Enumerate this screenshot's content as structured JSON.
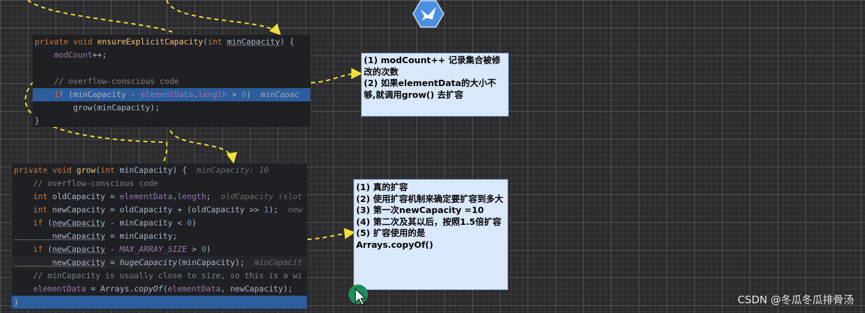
{
  "code_top": {
    "lines": [
      [
        {
          "t": "private ",
          "c": "kw"
        },
        {
          "t": "void ",
          "c": "kw"
        },
        {
          "t": "ensureExplicitCapacity",
          "c": "fn"
        },
        {
          "t": "(",
          "c": "par"
        },
        {
          "t": "int ",
          "c": "kw"
        },
        {
          "t": "minCapacity",
          "c": "par ulvar"
        },
        {
          "t": ") {",
          "c": "par"
        }
      ],
      [
        {
          "t": "    modCount",
          "c": "field"
        },
        {
          "t": "++;",
          "c": "par"
        }
      ],
      [
        {
          "t": "",
          "c": "par"
        }
      ],
      [
        {
          "t": "    // overflow-conscious code",
          "c": "cm"
        }
      ],
      [
        {
          "t": "    if ",
          "c": "kw"
        },
        {
          "t": "(minCapacity - ",
          "c": "par"
        },
        {
          "t": "elementData",
          "c": "field"
        },
        {
          "t": ".",
          "c": "par"
        },
        {
          "t": "length",
          "c": "field"
        },
        {
          "t": " > ",
          "c": "par"
        },
        {
          "t": "0",
          "c": "num"
        },
        {
          "t": ")  ",
          "c": "par"
        },
        {
          "t": "minCapac",
          "c": "hint"
        }
      ],
      [
        {
          "t": "        grow(minCapacity);",
          "c": "par"
        }
      ],
      [
        {
          "t": "}",
          "c": "par"
        }
      ]
    ],
    "highlight_line": 4
  },
  "code_bottom": {
    "lines": [
      [
        {
          "t": "private ",
          "c": "kw"
        },
        {
          "t": "void ",
          "c": "kw"
        },
        {
          "t": "grow",
          "c": "fn"
        },
        {
          "t": "(",
          "c": "par"
        },
        {
          "t": "int ",
          "c": "kw"
        },
        {
          "t": "minCapacity) {  ",
          "c": "par"
        },
        {
          "t": "minCapacity: 10",
          "c": "hint"
        }
      ],
      [
        {
          "t": "    // overflow-conscious code",
          "c": "cm"
        }
      ],
      [
        {
          "t": "    int ",
          "c": "kw"
        },
        {
          "t": "oldCapacity = ",
          "c": "par"
        },
        {
          "t": "elementData",
          "c": "field"
        },
        {
          "t": ".",
          "c": "par"
        },
        {
          "t": "length",
          "c": "field"
        },
        {
          "t": ";  ",
          "c": "par"
        },
        {
          "t": "oldCapacity (slot",
          "c": "hint"
        }
      ],
      [
        {
          "t": "    int ",
          "c": "kw"
        },
        {
          "t": "newCapacity = oldCapacity + (oldCapacity >> ",
          "c": "par"
        },
        {
          "t": "1",
          "c": "num"
        },
        {
          "t": ");  ",
          "c": "par"
        },
        {
          "t": "new",
          "c": "hint"
        }
      ],
      [
        {
          "t": "    if ",
          "c": "kw"
        },
        {
          "t": "(",
          "c": "par"
        },
        {
          "t": "newCapacity",
          "c": "par ulvar"
        },
        {
          "t": " - minCapacity < ",
          "c": "par"
        },
        {
          "t": "0",
          "c": "num"
        },
        {
          "t": ")",
          "c": "par"
        }
      ],
      [
        {
          "t": "        newCapacity",
          "c": "par ulvar"
        },
        {
          "t": " = minCapacity;",
          "c": "par"
        }
      ],
      [
        {
          "t": "    if ",
          "c": "kw"
        },
        {
          "t": "(",
          "c": "par"
        },
        {
          "t": "newCapacity",
          "c": "par ulvar"
        },
        {
          "t": " - ",
          "c": "par"
        },
        {
          "t": "MAX_ARRAY_SIZE",
          "c": "const"
        },
        {
          "t": " > ",
          "c": "par"
        },
        {
          "t": "0",
          "c": "num"
        },
        {
          "t": ")",
          "c": "par"
        }
      ],
      [
        {
          "t": "        newCapacity",
          "c": "par ulvar"
        },
        {
          "t": " = ",
          "c": "par"
        },
        {
          "t": "hugeCapacity",
          "c": "static"
        },
        {
          "t": "(minCapacity);  ",
          "c": "par"
        },
        {
          "t": "minCapacit",
          "c": "hint"
        }
      ],
      [
        {
          "t": "    // minCapacity is usually close to size, so this is a wi",
          "c": "cm"
        }
      ],
      [
        {
          "t": "    elementData",
          "c": "field"
        },
        {
          "t": " = Arrays.",
          "c": "par"
        },
        {
          "t": "copyOf",
          "c": "static"
        },
        {
          "t": "(",
          "c": "par"
        },
        {
          "t": "elementData",
          "c": "field"
        },
        {
          "t": ", newCapacity);",
          "c": "par"
        }
      ],
      [
        {
          "t": "}",
          "c": "par"
        }
      ]
    ],
    "highlight_line": 10,
    "dim_line": 7
  },
  "note_top": {
    "lines": [
      "(1)  modCount++ 记录集合被修改的次数",
      "(2) 如果elementData的大小不够,就调用grow() 去扩容"
    ]
  },
  "note_bottom": {
    "lines": [
      "(1) 真的扩容",
      "(2) 使用扩容机制来确定要扩容到多大",
      "(3) 第一次newCapacity =10",
      "(4) 第二次及其以后，按照1.5倍扩容",
      "(5) 扩容使用的是 Arrays.copyOf()"
    ]
  },
  "watermark": "CSDN @冬瓜冬瓜排骨汤",
  "colors": {
    "arrow": "#f0e03a",
    "note_bg": "#dae8fc",
    "logo": "#4a8fe0"
  },
  "icons": [
    "app-logo-icon",
    "cursor-icon"
  ]
}
